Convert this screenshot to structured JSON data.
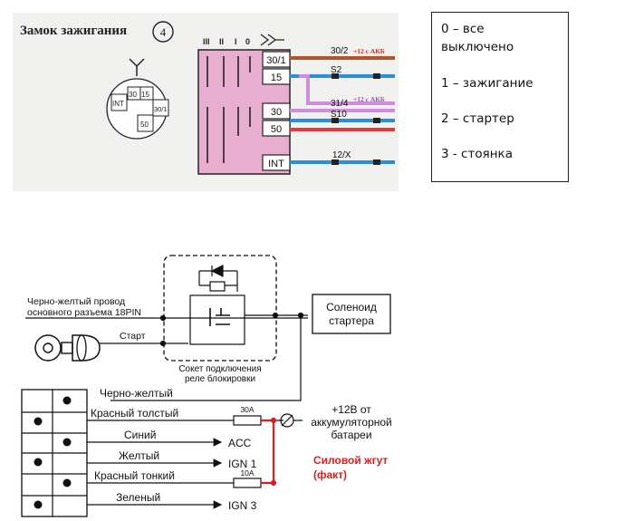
{
  "ignition": {
    "title": "Замок зажигания",
    "number": "4",
    "positions": [
      "III",
      "II",
      "I",
      "0"
    ],
    "terminals_right": [
      "30/1",
      "15",
      "30",
      "50",
      "INT"
    ],
    "terminals_small": [
      "INT",
      "30",
      "15",
      "30/1",
      "50"
    ],
    "wires": {
      "w1_label": "30/2",
      "w1_note": "+12 с АКБ",
      "w2_label": "S2",
      "w3_label": "31/4",
      "w3_note": "+12 с АКБ",
      "w4_label": "S10",
      "w5_label": "12/X"
    },
    "colors": {
      "panel_bg": "#f1f1ef",
      "pink": "#e8aed0",
      "brown": "#b5522e",
      "blue": "#2b8fd8",
      "violet": "#cf8ed9",
      "red": "#e53838",
      "note_red": "#c0392b",
      "note_violet": "#9b4fc4"
    }
  },
  "legend": {
    "items": [
      "0 – все выключено",
      "1 – зажигание",
      "2 – стартер",
      "3 - стоянка"
    ]
  },
  "schematic": {
    "input_label_line1": "Черно-желтый провод",
    "input_label_line2": "основного разъема 18PIN",
    "start_label": "Старт",
    "relay_socket_line1": "Сокет подключения",
    "relay_socket_line2": "реле блокировки",
    "solenoid_line1": "Соленоид",
    "solenoid_line2": "стартера",
    "rows": [
      {
        "wire": "Черно-желтый",
        "target": ""
      },
      {
        "wire": "Красный толстый",
        "target": ""
      },
      {
        "wire": "Синий",
        "target": "ACC"
      },
      {
        "wire": "Желтый",
        "target": "IGN 1"
      },
      {
        "wire": "Красный тонкий",
        "target": ""
      },
      {
        "wire": "Зеленый",
        "target": "IGN 3"
      }
    ],
    "fuse_top": "30A",
    "fuse_bottom": "10A",
    "battery_line1": "+12В от",
    "battery_line2": "аккумуляторной",
    "battery_line3": "батареи",
    "harness_line1": "Силовой жгут",
    "harness_line2": "(факт)",
    "harness_color": "#d62020"
  }
}
